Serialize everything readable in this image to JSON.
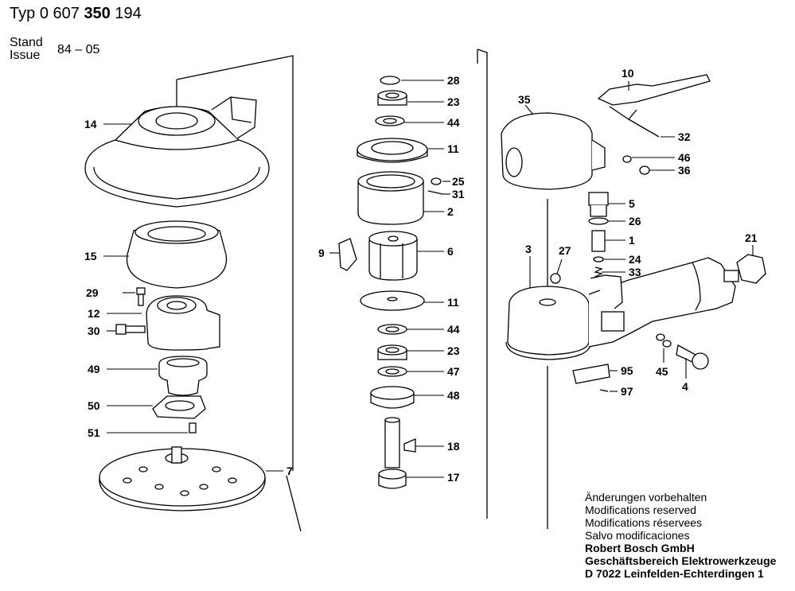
{
  "header": {
    "typ_label": "Typ",
    "typ_part1": "0 607",
    "typ_part2": "350",
    "typ_part3": "194",
    "stand_label": "Stand",
    "issue_label": "Issue",
    "date": "84 – 05"
  },
  "parts": {
    "p14": "14",
    "p15": "15",
    "p29": "29",
    "p12": "12",
    "p30": "30",
    "p49": "49",
    "p50": "50",
    "p51": "51",
    "p7": "7",
    "p28": "28",
    "p23a": "23",
    "p44a": "44",
    "p11a": "11",
    "p25": "25",
    "p31": "31",
    "p2": "2",
    "p9": "9",
    "p6": "6",
    "p11b": "11",
    "p44b": "44",
    "p23b": "23",
    "p47": "47",
    "p48": "48",
    "p18": "18",
    "p17": "17",
    "p10": "10",
    "p35": "35",
    "p32": "32",
    "p46": "46",
    "p36": "36",
    "p5": "5",
    "p26": "26",
    "p1": "1",
    "p21": "21",
    "p3": "3",
    "p27": "27",
    "p24": "24",
    "p33": "33",
    "p45": "45",
    "p4": "4",
    "p95": "95",
    "p97": "97"
  },
  "notes": {
    "de": "Änderungen vorbehalten",
    "en": "Modifications reserved",
    "fr": "Modifications réservees",
    "es": "Salvo modificaciones",
    "company": "Robert Bosch GmbH",
    "division": "Geschäftsbereich Elektrowerkzeuge",
    "address": "D 7022 Leinfelden-Echterdingen 1"
  }
}
